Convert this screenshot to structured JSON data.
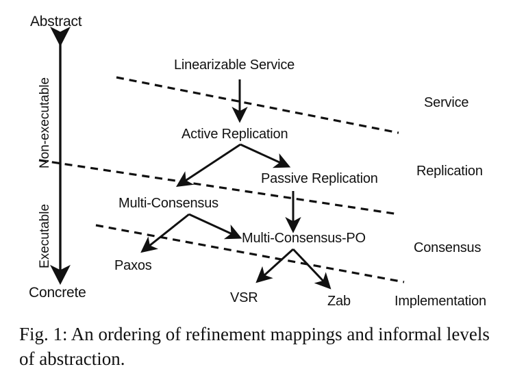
{
  "figure": {
    "caption": "Fig. 1: An ordering of refinement mappings and informal levels of abstraction.",
    "background_color": "#ffffff",
    "ink_color": "#111111"
  },
  "axis": {
    "name": "abstraction-axis",
    "top_label": "Abstract",
    "bottom_label": "Concrete",
    "upper_region_label": "Non-executable",
    "lower_region_label": "Executable",
    "arrow_style": "double-headed-vertical"
  },
  "levels": [
    {
      "id": "service",
      "label": "Service"
    },
    {
      "id": "replication",
      "label": "Replication"
    },
    {
      "id": "consensus",
      "label": "Consensus"
    },
    {
      "id": "implementation",
      "label": "Implementation"
    }
  ],
  "nodes": [
    {
      "id": "linearizable-service",
      "label": "Linearizable Service",
      "level": "service"
    },
    {
      "id": "active-replication",
      "label": "Active Replication",
      "level": "replication"
    },
    {
      "id": "passive-replication",
      "label": "Passive Replication",
      "level": "replication"
    },
    {
      "id": "multi-consensus",
      "label": "Multi-Consensus",
      "level": "consensus"
    },
    {
      "id": "multi-consensus-po",
      "label": "Multi-Consensus-PO",
      "level": "consensus"
    },
    {
      "id": "paxos",
      "label": "Paxos",
      "level": "implementation"
    },
    {
      "id": "vsr",
      "label": "VSR",
      "level": "implementation"
    },
    {
      "id": "zab",
      "label": "Zab",
      "level": "implementation"
    }
  ],
  "edges": [
    {
      "from": "linearizable-service",
      "to": "active-replication"
    },
    {
      "from": "active-replication",
      "to": "multi-consensus"
    },
    {
      "from": "active-replication",
      "to": "passive-replication"
    },
    {
      "from": "passive-replication",
      "to": "multi-consensus-po"
    },
    {
      "from": "multi-consensus",
      "to": "paxos"
    },
    {
      "from": "multi-consensus",
      "to": "multi-consensus-po"
    },
    {
      "from": "multi-consensus-po",
      "to": "vsr"
    },
    {
      "from": "multi-consensus-po",
      "to": "zab"
    }
  ],
  "separators": [
    {
      "id": "service-replication-divider",
      "style": "dashed"
    },
    {
      "id": "replication-consensus-divider",
      "style": "dashed"
    },
    {
      "id": "consensus-implementation-divider",
      "style": "dashed"
    }
  ]
}
